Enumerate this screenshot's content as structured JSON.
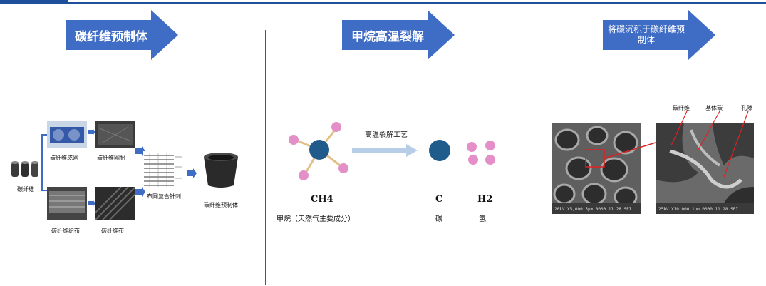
{
  "sections": [
    {
      "title": "碳纤维预制体"
    },
    {
      "title": "甲烷高温裂解"
    },
    {
      "title": "将碳沉积于碳纤维预制体"
    }
  ],
  "section1": {
    "raw": "碳纤维",
    "mesh": "碳纤维成网",
    "felt": "碳纤维网胎",
    "woven": "碳纤维织布",
    "cloth": "碳纤维布",
    "needle": "布网复合针刺",
    "preform": "碳纤维预制体"
  },
  "section2": {
    "process": "高温裂解工艺",
    "methane_formula": "CH4",
    "methane_name": "甲烷（天然气主要成分）",
    "carbon_formula": "C",
    "carbon_name": "碳",
    "hydrogen_formula": "H2",
    "hydrogen_name": "氢"
  },
  "section3": {
    "label_fiber": "碳纤维",
    "label_matrix": "基体碳",
    "label_pore": "孔隙",
    "sem_caption_1": "20kV  X5,000  5μm  0000  11 28 SEI",
    "sem_caption_2": "25kV  X10,000  1μm  0000  11 28 SEI"
  },
  "colors": {
    "accent": "#3f6cc4",
    "topbar": "#1f4e9b",
    "atom_central": "#1f5c8b",
    "atom_small": "#e48fc8",
    "zoom_box": "#e02020"
  }
}
